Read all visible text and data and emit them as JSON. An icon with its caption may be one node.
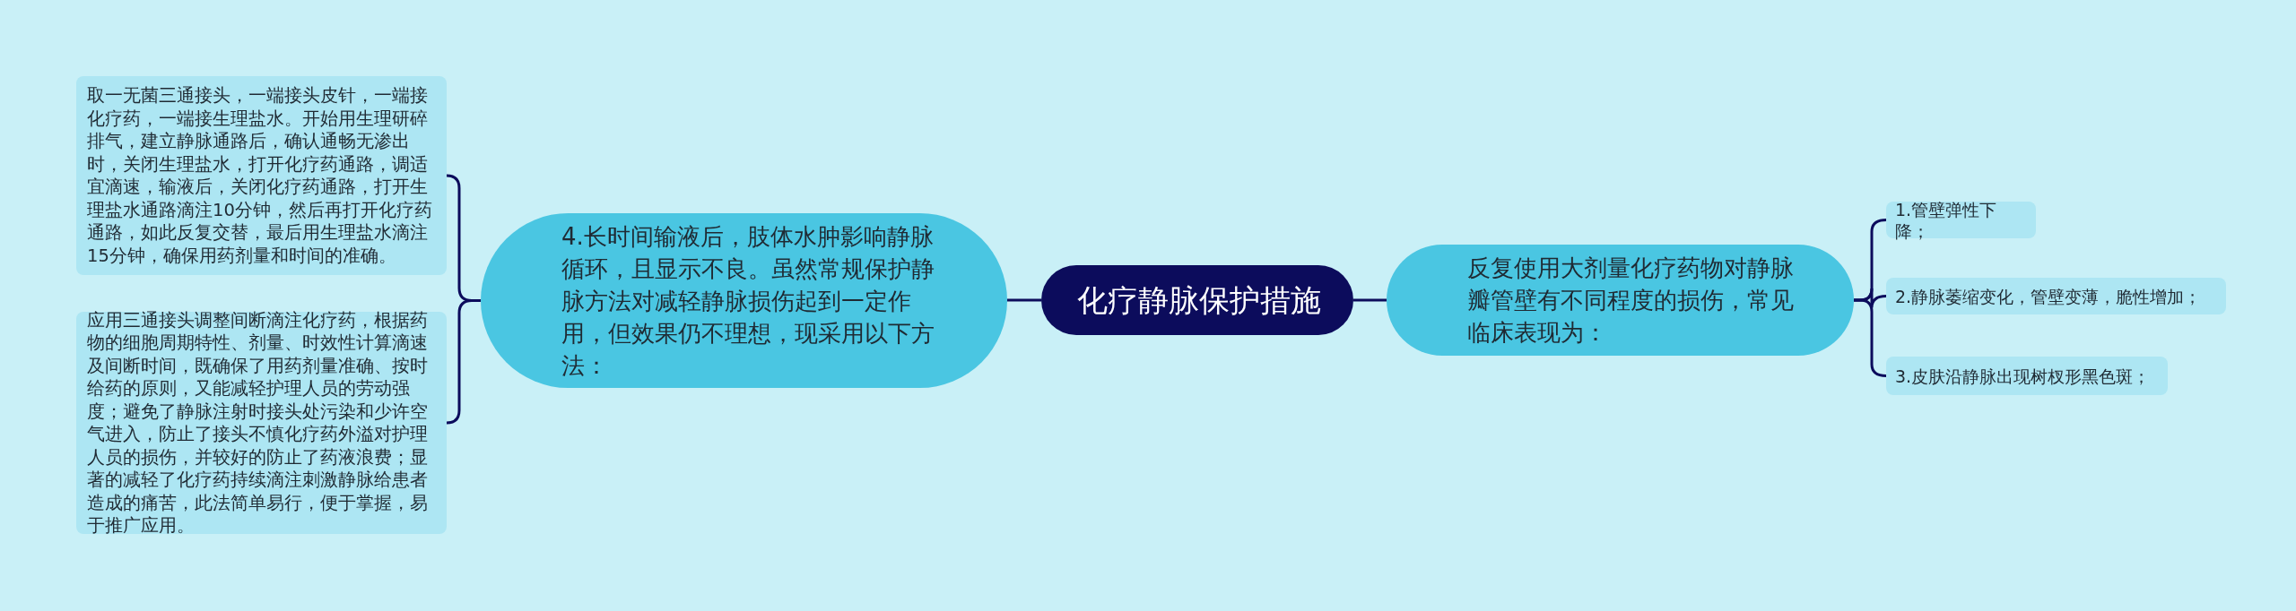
{
  "diagram": {
    "nodes": [
      {
        "text": [
          "化疗静脉保护措施"
        ]
      },
      {
        "text": [
          "4.长时间输液后，肢体水肿影响静脉循环，且显示不良。虽然常规保护静脉方法对减轻静脉损伤起到一定作用，但效果仍不理想，现采用以下方法："
        ]
      },
      {
        "text": [
          "取一无菌三通接头，一端接头皮针，一端接化疗药，一端接生理盐水。开始用生理研碎排气，建立静脉通路后，确认通畅无渗出时，关闭生理盐水，打开化疗药通路，调适宜滴速，输液后，关闭化疗药通路，打开生理盐水通路滴注10分钟，然后再打开化疗药通路，如此反复交替，最后用生理盐水滴注15分钟，确保用药剂量和时间的准确。"
        ]
      },
      {
        "text": [
          "应用三通接头调整间断滴注化疗药，根据药物的细胞周期特性、剂量、时效性计算滴速及间断时间，既确保了用药剂量准确、按时给药的原则，又能减轻护理人员的劳动强度；避免了静脉注射时接头处污染和少许空气进入，防止了接头不慎化疗药外溢对护理人员的损伤，并较好的防止了药液浪费；显著的减轻了化疗药持续滴注刺激静脉给患者造成的痛苦，此法简单易行，便于掌握，易于推广应用。"
        ]
      },
      {
        "text": [
          "反复使用大剂量化疗药物对静脉瓣管壁有不同程度的损伤，常见临床表现为："
        ]
      },
      {
        "text": [
          "1.管壁弹性下降；"
        ]
      },
      {
        "text": [
          "2.静脉萎缩变化，管壁变薄，脆性增加；"
        ]
      },
      {
        "text": [
          "3.皮肤沿静脉出现树杈形黑色斑；"
        ]
      }
    ],
    "edges": [
      {
        "from": 0,
        "to": 1,
        "arrow": "none"
      },
      {
        "from": 1,
        "to": 2,
        "arrow": "none"
      },
      {
        "from": 1,
        "to": 3,
        "arrow": "none"
      },
      {
        "from": 0,
        "to": 4,
        "arrow": "none"
      },
      {
        "from": 4,
        "to": 5,
        "arrow": "none"
      },
      {
        "from": 4,
        "to": 6,
        "arrow": "none"
      },
      {
        "from": 4,
        "to": 7,
        "arrow": "none"
      }
    ]
  }
}
